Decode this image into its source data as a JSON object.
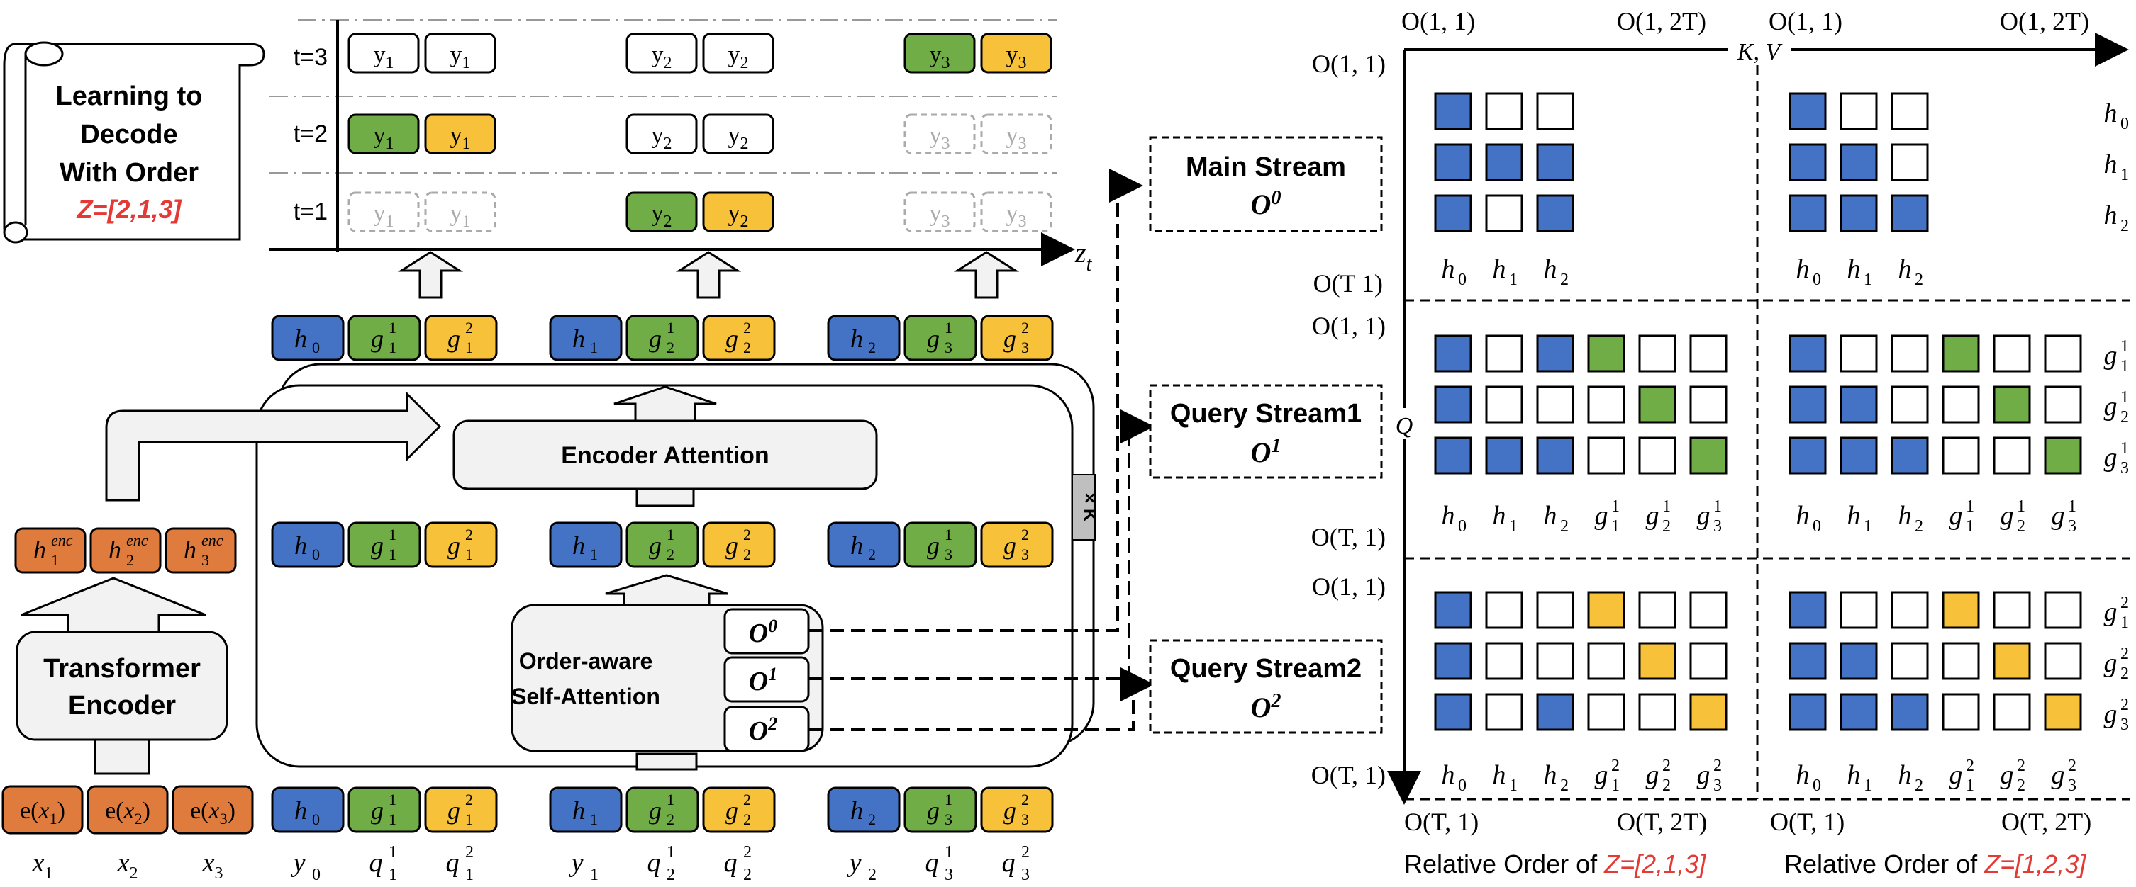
{
  "scroll": {
    "lines": [
      "Learning to",
      "Decode",
      "With Order"
    ],
    "order": "Z=[2,1,3]"
  },
  "timeline": {
    "t3": "t=3",
    "t2": "t=2",
    "t1": "t=1",
    "axis_label": "z",
    "axis_sub": "t"
  },
  "tokens": {
    "y": "y",
    "s1": "1",
    "s2": "2",
    "s3": "3"
  },
  "labels": {
    "h": "h",
    "g": "g",
    "q": "q",
    "y": "y",
    "x": "x",
    "enc": "enc",
    "e": "e",
    "sub0": "0",
    "sub1": "1",
    "sub2": "2",
    "sub3": "3"
  },
  "encoder": {
    "title_line1": "Transformer",
    "title_line2": "Encoder"
  },
  "decoder": {
    "encoder_attention": "Encoder Attention",
    "self_attn_line1": "Order-aware",
    "self_attn_line2": "Self-Attention",
    "side_label": "× K",
    "o": "O",
    "o_sup0": "0",
    "o_sup1": "1",
    "o_sup2": "2"
  },
  "streams": {
    "main_title": "Main Stream",
    "q1_title": "Query Stream1",
    "q2_title": "Query Stream2"
  },
  "matrix": {
    "kv": "K, V",
    "q": "Q",
    "o11": "O(1, 1)",
    "o12t": "O(1, 2T)",
    "ot1": "O(T 1)",
    "ot1b": "O(T, 1)",
    "ot2t": "O(T, 2T)",
    "caption_prefix": "Relative Order of ",
    "caption_left_order": "Z=[2,1,3]",
    "caption_right_order": "Z=[1,2,3]"
  },
  "colors": {
    "blue": "#4472c4",
    "green": "#70ad47",
    "yellow": "#f7c23a",
    "orange": "#e07b3e",
    "red": "#e53935",
    "gray_fill": "#f2f2f2"
  }
}
